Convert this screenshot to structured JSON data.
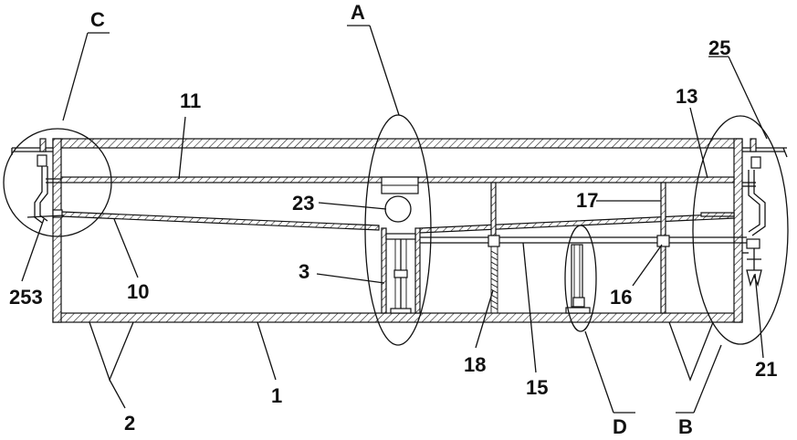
{
  "labels": {
    "c": "C",
    "a": "A",
    "n25": "25",
    "n11": "11",
    "n13": "13",
    "n23": "23",
    "n17": "17",
    "n3": "3",
    "n10": "10",
    "n253": "253",
    "n16": "16",
    "n18": "18",
    "n15": "15",
    "n1": "1",
    "n2": "2",
    "d": "D",
    "b": "B",
    "n21": "21"
  }
}
